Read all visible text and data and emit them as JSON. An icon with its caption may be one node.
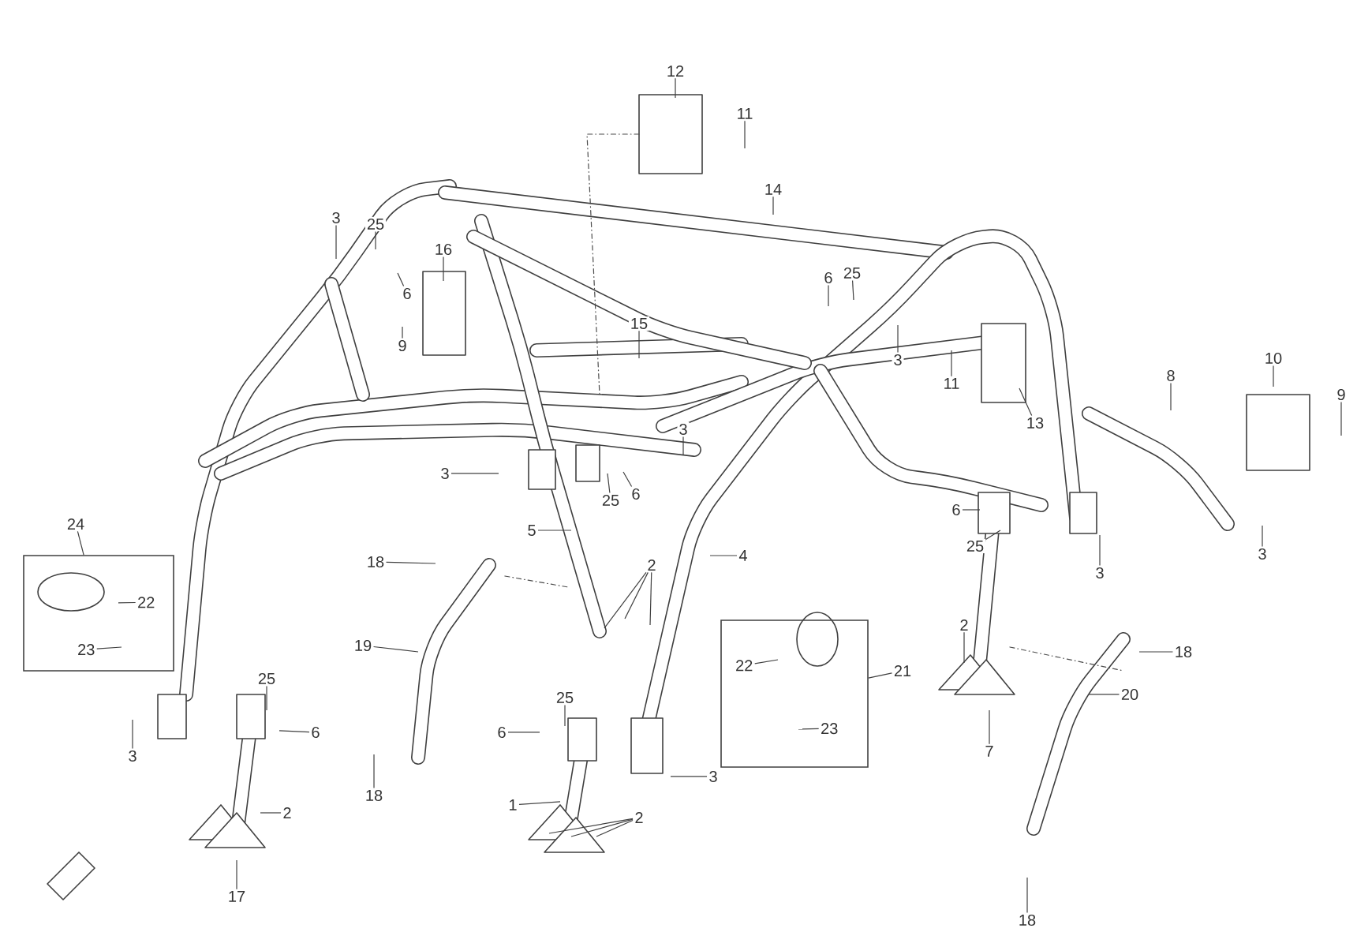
{
  "diagram": {
    "nodes": [
      {
        "text": [
          "12"
        ]
      },
      {
        "text": [
          "11"
        ]
      },
      {
        "text": [
          "14"
        ]
      },
      {
        "text": [
          "3"
        ]
      },
      {
        "text": [
          "25"
        ]
      },
      {
        "text": [
          "16"
        ]
      },
      {
        "text": [
          "6"
        ]
      },
      {
        "text": [
          "9"
        ]
      },
      {
        "text": [
          "15"
        ]
      },
      {
        "text": [
          "6"
        ]
      },
      {
        "text": [
          "25"
        ]
      },
      {
        "text": [
          "3"
        ]
      },
      {
        "text": [
          "11"
        ]
      },
      {
        "text": [
          "13"
        ]
      },
      {
        "text": [
          "8"
        ]
      },
      {
        "text": [
          "10"
        ]
      },
      {
        "text": [
          "9"
        ]
      },
      {
        "text": [
          "3"
        ]
      },
      {
        "text": [
          "3"
        ]
      },
      {
        "text": [
          "25"
        ]
      },
      {
        "text": [
          "6"
        ]
      },
      {
        "text": [
          "5"
        ]
      },
      {
        "text": [
          "4"
        ]
      },
      {
        "text": [
          "6"
        ]
      },
      {
        "text": [
          "25"
        ]
      },
      {
        "text": [
          "3"
        ]
      },
      {
        "text": [
          "3"
        ]
      },
      {
        "text": [
          "18"
        ]
      },
      {
        "text": [
          "2"
        ]
      },
      {
        "text": [
          "24"
        ]
      },
      {
        "text": [],
        "shape": "box"
      },
      {
        "text": [
          "22"
        ],
        "in": 30
      },
      {
        "text": [
          "23"
        ],
        "in": 30
      },
      {
        "text": [
          "19"
        ]
      },
      {
        "text": [
          "21"
        ]
      },
      {
        "text": [],
        "shape": "box"
      },
      {
        "text": [
          "22"
        ],
        "in": 35
      },
      {
        "text": [
          "23"
        ],
        "in": 35
      },
      {
        "text": [
          "2"
        ]
      },
      {
        "text": [
          "18"
        ]
      },
      {
        "text": [
          "20"
        ]
      },
      {
        "text": [
          "7"
        ]
      },
      {
        "text": [
          "25"
        ]
      },
      {
        "text": [
          "6"
        ]
      },
      {
        "text": [
          "3"
        ]
      },
      {
        "text": [
          "25"
        ]
      },
      {
        "text": [
          "6"
        ]
      },
      {
        "text": [
          "3"
        ]
      },
      {
        "text": [
          "18"
        ]
      },
      {
        "text": [
          "2"
        ]
      },
      {
        "text": [
          "17"
        ]
      },
      {
        "text": [
          "1"
        ]
      },
      {
        "text": [
          "2"
        ]
      },
      {
        "text": [
          "18"
        ]
      }
    ],
    "edges": [
      {
        "from": 0,
        "to": null,
        "arrow": "none"
      },
      {
        "from": 1,
        "to": null,
        "arrow": "none"
      },
      {
        "from": 2,
        "to": null,
        "arrow": "none"
      },
      {
        "from": 3,
        "to": null,
        "arrow": "none"
      },
      {
        "from": 4,
        "to": null,
        "arrow": "none"
      },
      {
        "from": 5,
        "to": null,
        "arrow": "none"
      },
      {
        "from": 6,
        "to": null,
        "arrow": "none"
      },
      {
        "from": 7,
        "to": null,
        "arrow": "none"
      },
      {
        "from": 8,
        "to": null,
        "arrow": "none"
      },
      {
        "from": 9,
        "to": null,
        "arrow": "none"
      },
      {
        "from": 10,
        "to": null,
        "arrow": "none"
      },
      {
        "from": 11,
        "to": null,
        "arrow": "none"
      },
      {
        "from": 12,
        "to": null,
        "arrow": "none"
      },
      {
        "from": 13,
        "to": null,
        "arrow": "none"
      },
      {
        "from": 14,
        "to": null,
        "arrow": "none"
      },
      {
        "from": 15,
        "to": null,
        "arrow": "none"
      },
      {
        "from": 16,
        "to": null,
        "arrow": "none"
      },
      {
        "from": 17,
        "to": null,
        "arrow": "none"
      },
      {
        "from": 18,
        "to": null,
        "arrow": "none"
      },
      {
        "from": 19,
        "to": null,
        "arrow": "none"
      },
      {
        "from": 20,
        "to": null,
        "arrow": "none"
      },
      {
        "from": 21,
        "to": null,
        "arrow": "none"
      },
      {
        "from": 22,
        "to": null,
        "arrow": "none"
      },
      {
        "from": 23,
        "to": null,
        "arrow": "none"
      },
      {
        "from": 24,
        "to": null,
        "arrow": "none"
      },
      {
        "from": 25,
        "to": null,
        "arrow": "none"
      },
      {
        "from": 26,
        "to": null,
        "arrow": "none"
      },
      {
        "from": 27,
        "to": null,
        "arrow": "none"
      },
      {
        "from": 28,
        "to": null,
        "arrow": "none"
      },
      {
        "from": 28,
        "to": null,
        "arrow": "none"
      },
      {
        "from": 28,
        "to": null,
        "arrow": "none"
      },
      {
        "from": 29,
        "to": 30,
        "arrow": "none"
      },
      {
        "from": 31,
        "to": null,
        "arrow": "none"
      },
      {
        "from": 32,
        "to": null,
        "arrow": "none"
      },
      {
        "from": 33,
        "to": null,
        "arrow": "none"
      },
      {
        "from": 34,
        "to": 35,
        "arrow": "none"
      },
      {
        "from": 36,
        "to": null,
        "arrow": "none"
      },
      {
        "from": 37,
        "to": null,
        "arrow": "none"
      },
      {
        "from": 38,
        "to": null,
        "arrow": "none"
      },
      {
        "from": 39,
        "to": null,
        "arrow": "none"
      },
      {
        "from": 40,
        "to": null,
        "arrow": "none"
      },
      {
        "from": 41,
        "to": null,
        "arrow": "none"
      },
      {
        "from": 42,
        "to": null,
        "arrow": "none"
      },
      {
        "from": 43,
        "to": null,
        "arrow": "none"
      },
      {
        "from": 44,
        "to": null,
        "arrow": "none"
      },
      {
        "from": 45,
        "to": null,
        "arrow": "none"
      },
      {
        "from": 46,
        "to": null,
        "arrow": "none"
      },
      {
        "from": 47,
        "to": null,
        "arrow": "none"
      },
      {
        "from": 48,
        "to": null,
        "arrow": "none"
      },
      {
        "from": 49,
        "to": null,
        "arrow": "none"
      },
      {
        "from": 50,
        "to": null,
        "arrow": "none"
      },
      {
        "from": 51,
        "to": null,
        "arrow": "none"
      },
      {
        "from": 52,
        "to": null,
        "arrow": "none"
      },
      {
        "from": 52,
        "to": null,
        "arrow": "none"
      },
      {
        "from": 52,
        "to": null,
        "arrow": "none"
      },
      {
        "from": 53,
        "to": null,
        "arrow": "none"
      }
    ]
  }
}
